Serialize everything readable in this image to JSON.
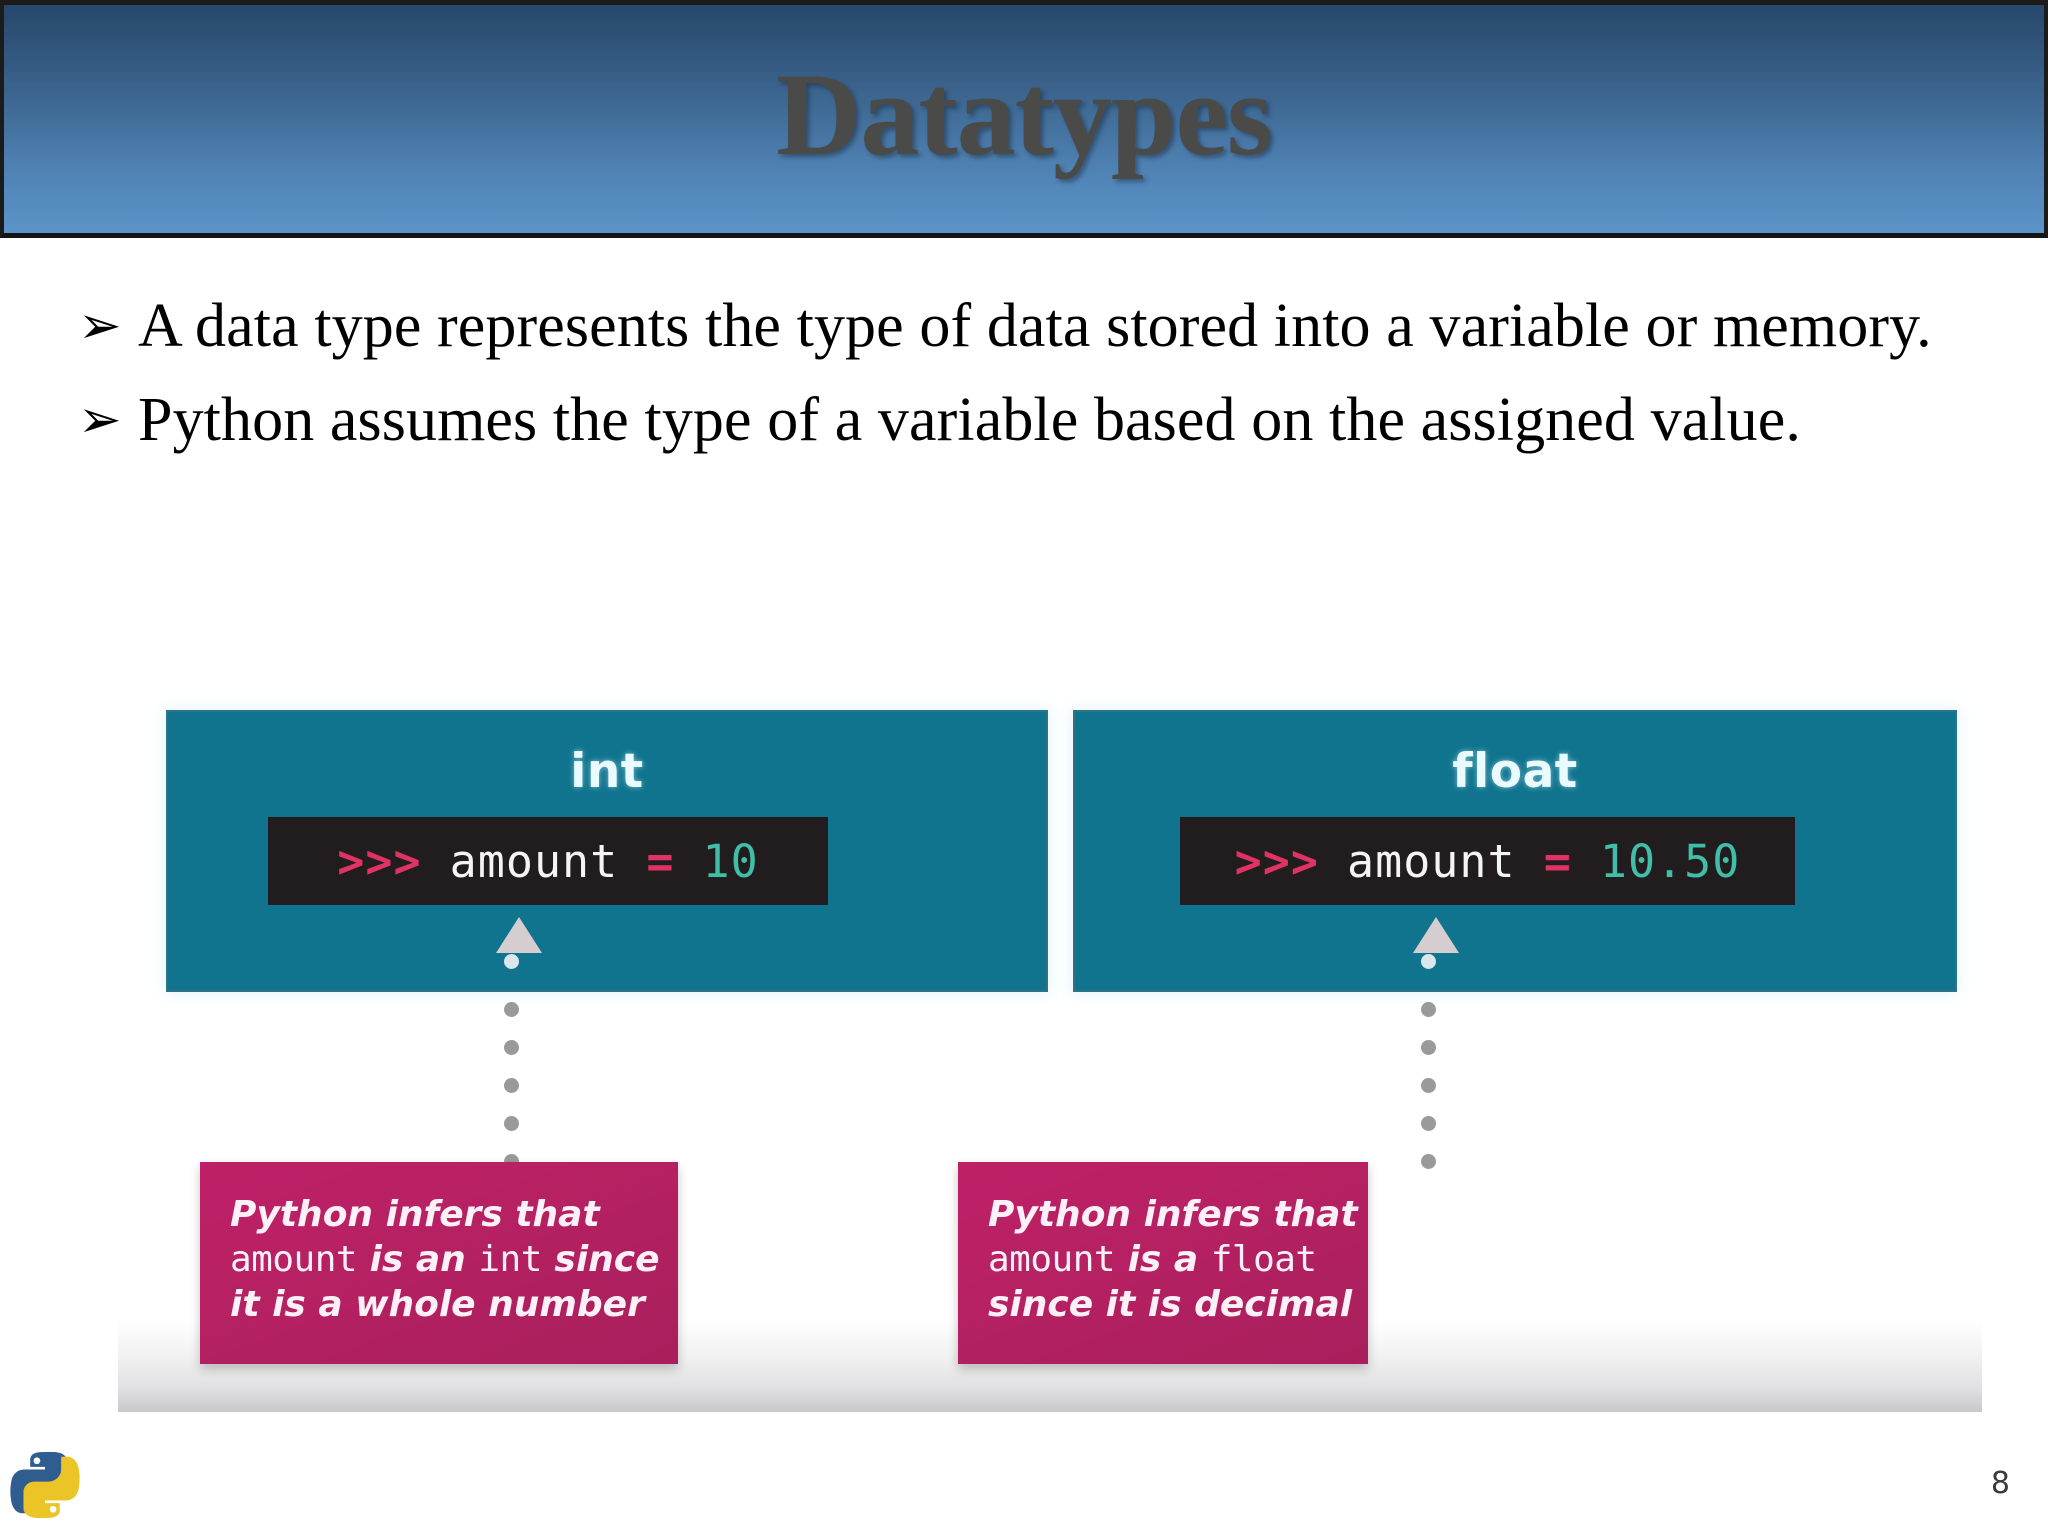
{
  "slide": {
    "title": "Datatypes",
    "page_number": "8",
    "logo_name": "python-logo"
  },
  "bullets": [
    {
      "marker": "➢",
      "text": "A data type represents the type of data stored into a variable or memory."
    },
    {
      "marker": "➢",
      "text": "Python assumes the type of a variable based on the assigned value."
    }
  ],
  "figure": {
    "panels": [
      {
        "type_label": "int",
        "terminal": {
          "prompt": ">>>",
          "variable": "amount",
          "operator": "=",
          "value": "10"
        },
        "callout_lines": [
          [
            {
              "t": "Python infers that",
              "style": "hw"
            }
          ],
          [
            {
              "t": "amount",
              "style": "mono"
            },
            {
              "t": " is an ",
              "style": "hw"
            },
            {
              "t": "int",
              "style": "mono"
            },
            {
              "t": " since",
              "style": "hw"
            }
          ],
          [
            {
              "t": "it is a whole number",
              "style": "hw"
            }
          ]
        ]
      },
      {
        "type_label": "float",
        "terminal": {
          "prompt": ">>>",
          "variable": "amount",
          "operator": "=",
          "value": "10.50"
        },
        "callout_lines": [
          [
            {
              "t": "Python infers that",
              "style": "hw"
            }
          ],
          [
            {
              "t": "amount",
              "style": "mono"
            },
            {
              "t": " is a ",
              "style": "hw"
            },
            {
              "t": "float",
              "style": "mono"
            }
          ],
          [
            {
              "t": "since it is decimal",
              "style": "hw"
            }
          ]
        ]
      }
    ]
  },
  "colors": {
    "banner_top": "#27486c",
    "banner_bottom": "#5b94c9",
    "title_text": "#4a4a48",
    "panel_teal": "#10748f",
    "terminal_bg": "#211d1f",
    "prompt_pink": "#e03363",
    "value_teal": "#3fbfa8",
    "callout_magenta": "#b72163"
  }
}
